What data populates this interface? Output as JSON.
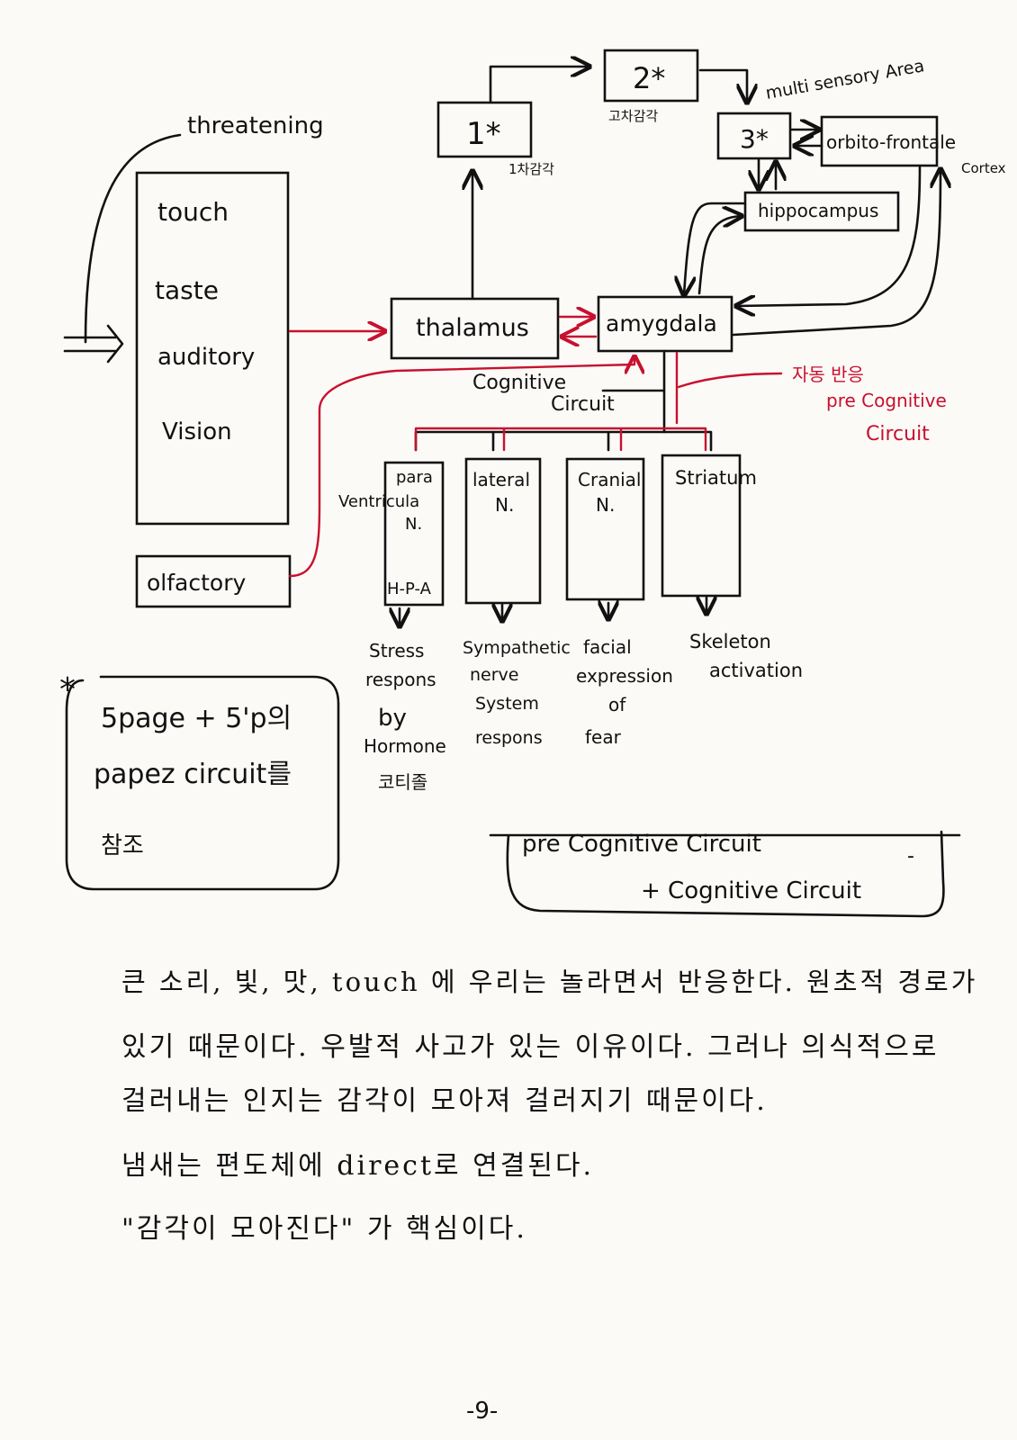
{
  "senses": {
    "threatening": "threatening",
    "touch": "touch",
    "taste": "taste",
    "auditory": "auditory",
    "vision": "Vision",
    "olfactory": "olfactory"
  },
  "brain": {
    "box1": "1*",
    "box1_caption": "1차감각",
    "box2": "2*",
    "box2_caption": "고차감각",
    "box3": "3*",
    "multisensory": "multi sensory Area",
    "orbitofrontal": "orbito-frontale",
    "cortex": "Cortex",
    "hippocampus": "hippocampus",
    "thalamus": "thalamus",
    "amygdala": "amygdala"
  },
  "circuits": {
    "cognitive_line1": "Cognitive",
    "cognitive_line2": "Circuit",
    "auto_response": "자동 반응",
    "precog_line1": "pre Cognitive",
    "precog_line2": "Circuit"
  },
  "nuclei": {
    "paraventricular_a": "para",
    "paraventricular_b": "Ventricula",
    "paraventricular_c": "N.",
    "hpa": "H-P-A",
    "lateral_a": "lateral",
    "lateral_b": "N.",
    "cranial_a": "Cranial",
    "cranial_b": "N.",
    "striatum": "Striatum"
  },
  "outputs": {
    "stress": [
      "Stress",
      "respons",
      "by",
      "Hormone",
      "코티졸"
    ],
    "sympathetic": [
      "Sympathetic",
      "nerve",
      "System",
      "respons"
    ],
    "facial": [
      "facial",
      "expression",
      "of",
      "fear"
    ],
    "skeleton": [
      "Skeleton",
      "activation"
    ]
  },
  "note_box": {
    "star": "*",
    "line1": "5page + 5'p의",
    "line2": "papez circuit를",
    "line3": "참조"
  },
  "summary_box": {
    "line1": "pre Cognitive Circuit",
    "line2": "+ Cognitive Circuit",
    "dash": "-"
  },
  "notes": [
    "큰 소리, 빛, 맛, touch 에 우리는 놀라면서 반응한다. 원초적 경로가",
    "있기 때문이다. 우발적 사고가 있는 이유이다. 그러나 의식적으로",
    "걸러내는 인지는 감각이 모아져 걸러지기 때문이다.",
    "냄새는 편도체에 direct로 연결된다.",
    "\"감각이 모아진다\" 가 핵심이다."
  ],
  "page_number": "-9-"
}
